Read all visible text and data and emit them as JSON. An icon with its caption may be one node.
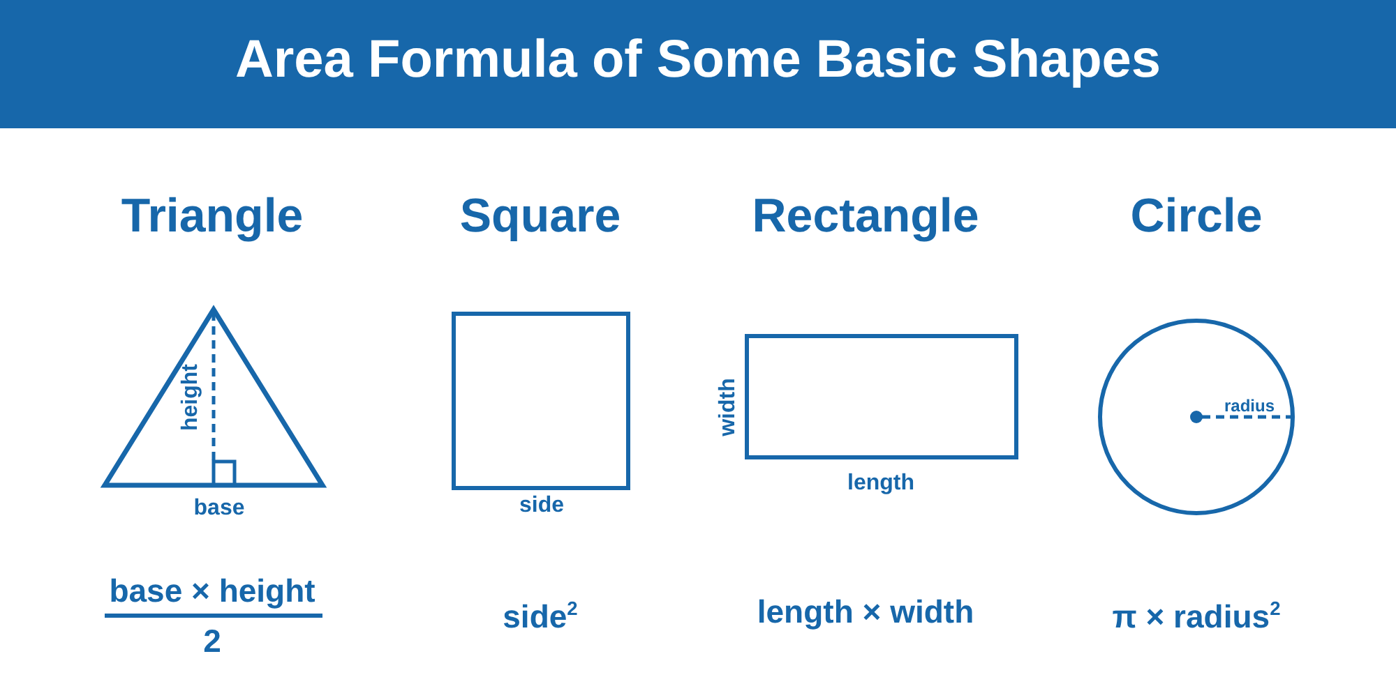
{
  "diagram": {
    "title": "Area Formula of Some Basic Shapes",
    "labels": [
      "Triangle",
      "Square",
      "Rectangle",
      "Circle",
      "height",
      "base",
      "side",
      "width",
      "length",
      "radius",
      "base × height",
      "2",
      "side$^{2}$",
      "length × width",
      "π × radius$^{2}$"
    ]
  }
}
